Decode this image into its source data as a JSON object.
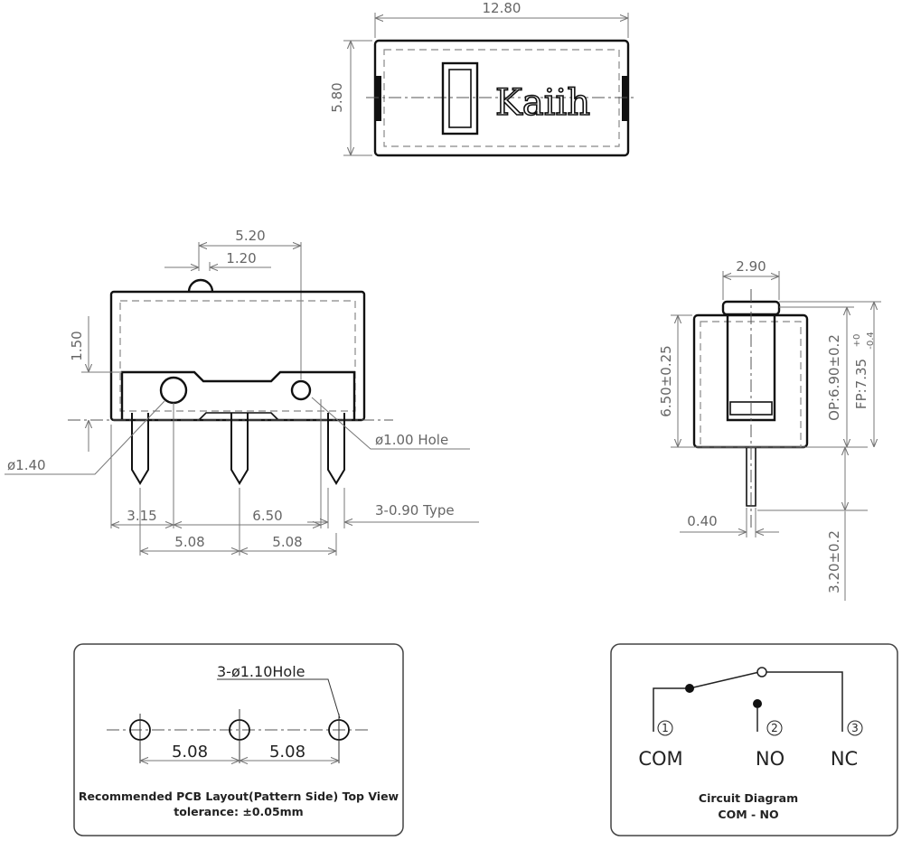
{
  "top_view": {
    "width_dim": "12.80",
    "height_dim": "5.80",
    "logo": "Kaiih"
  },
  "front_view": {
    "dim_actuator_offset": "5.20",
    "dim_actuator_width": "1.20",
    "dim_height": "1.50",
    "dim_hole_large": "ø1.40",
    "dim_hole_small": "ø1.00 Hole",
    "dim_3_15": "3.15",
    "dim_6_50": "6.50",
    "dim_pitch_1": "5.08",
    "dim_pitch_2": "5.08",
    "pin_type": "3-0.90 Type"
  },
  "side_view": {
    "dim_plunger_width": "2.90",
    "dim_body_height": "6.50±0.25",
    "dim_op": "OP:6.90±0.2",
    "dim_fp": "FP:7.35",
    "dim_fp_tol_plus": "+0",
    "dim_fp_tol_minus": "-0.4",
    "dim_pin_width": "0.40",
    "dim_pin_length": "3.20±0.2"
  },
  "pcb_layout": {
    "hole_spec": "3-ø1.10Hole",
    "pitch_1": "5.08",
    "pitch_2": "5.08",
    "caption": "Recommended PCB Layout(Pattern Side) Top View",
    "tolerance": "tolerance: ±0.05mm"
  },
  "circuit": {
    "pin1_num": "1",
    "pin2_num": "2",
    "pin3_num": "3",
    "pin1": "COM",
    "pin2": "NO",
    "pin3": "NC",
    "caption": "Circuit Diagram",
    "subcaption": "COM - NO"
  }
}
